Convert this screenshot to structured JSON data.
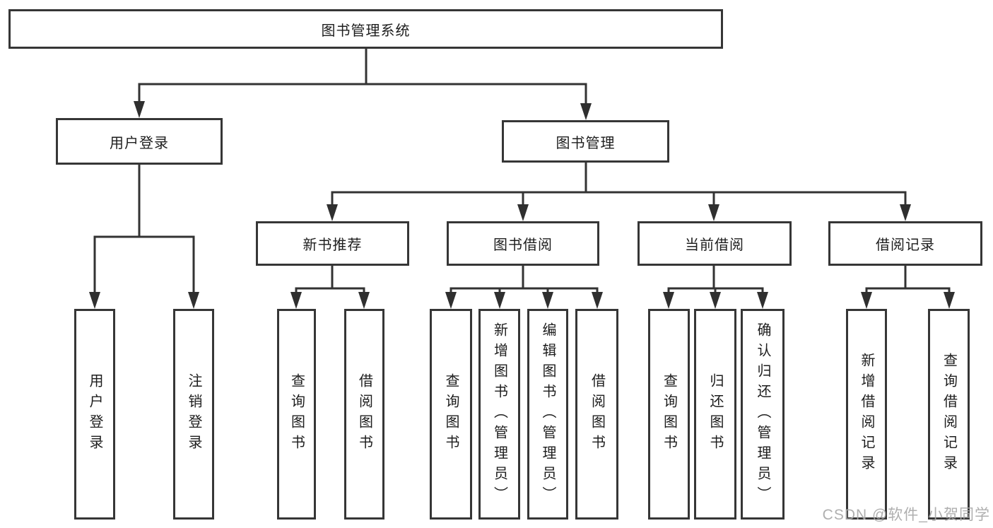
{
  "tree": {
    "label": "图书管理系统",
    "children": [
      {
        "label": "用户登录",
        "children": [
          {
            "label": "用户登录"
          },
          {
            "label": "注销登录"
          }
        ]
      },
      {
        "label": "图书管理",
        "children": [
          {
            "label": "新书推荐",
            "children": [
              {
                "label": "查询图书"
              },
              {
                "label": "借阅图书"
              }
            ]
          },
          {
            "label": "图书借阅",
            "children": [
              {
                "label": "查询图书"
              },
              {
                "label": "新增图书（管理员）"
              },
              {
                "label": "编辑图书（管理员）"
              },
              {
                "label": "借阅图书"
              }
            ]
          },
          {
            "label": "当前借阅",
            "children": [
              {
                "label": "查询图书"
              },
              {
                "label": "归还图书"
              },
              {
                "label": "确认归还（管理员）"
              }
            ]
          },
          {
            "label": "借阅记录",
            "children": [
              {
                "label": "新增借阅记录"
              },
              {
                "label": "查询借阅记录"
              }
            ]
          }
        ]
      }
    ]
  },
  "watermark": "CSDN @软件_小贺同学",
  "colors": {
    "line": "#333333",
    "box_border": "#363636",
    "text": "#1d1d1d",
    "watermark": "#a8a8a8",
    "background": "#ffffff"
  }
}
